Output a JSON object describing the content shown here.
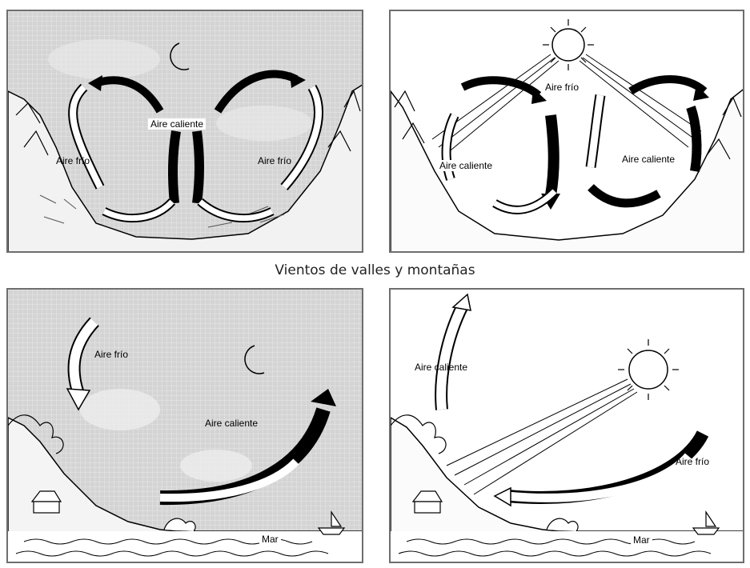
{
  "title": "Vientos de valles y montañas",
  "panels": {
    "valley_night": {
      "hot": "Aire caliente",
      "cold_left": "Aire frío",
      "cold_right": "Aire frío"
    },
    "valley_day": {
      "cold": "Aire frío",
      "hot_left": "Aire caliente",
      "hot_right": "Aire caliente"
    },
    "coast_night": {
      "cold": "Aire frío",
      "hot": "Aire caliente",
      "sea": "Mar"
    },
    "coast_day": {
      "hot": "Aire caliente",
      "cold": "Aire frío",
      "sea": "Mar"
    }
  },
  "colors": {
    "ink": "#000000",
    "paper": "#ffffff",
    "night_sky": "#d9d9d9",
    "frame": "#6e6e6e"
  },
  "icons": [
    "moon-icon",
    "sun-icon",
    "boat-icon",
    "house-icon",
    "tree-icon"
  ]
}
